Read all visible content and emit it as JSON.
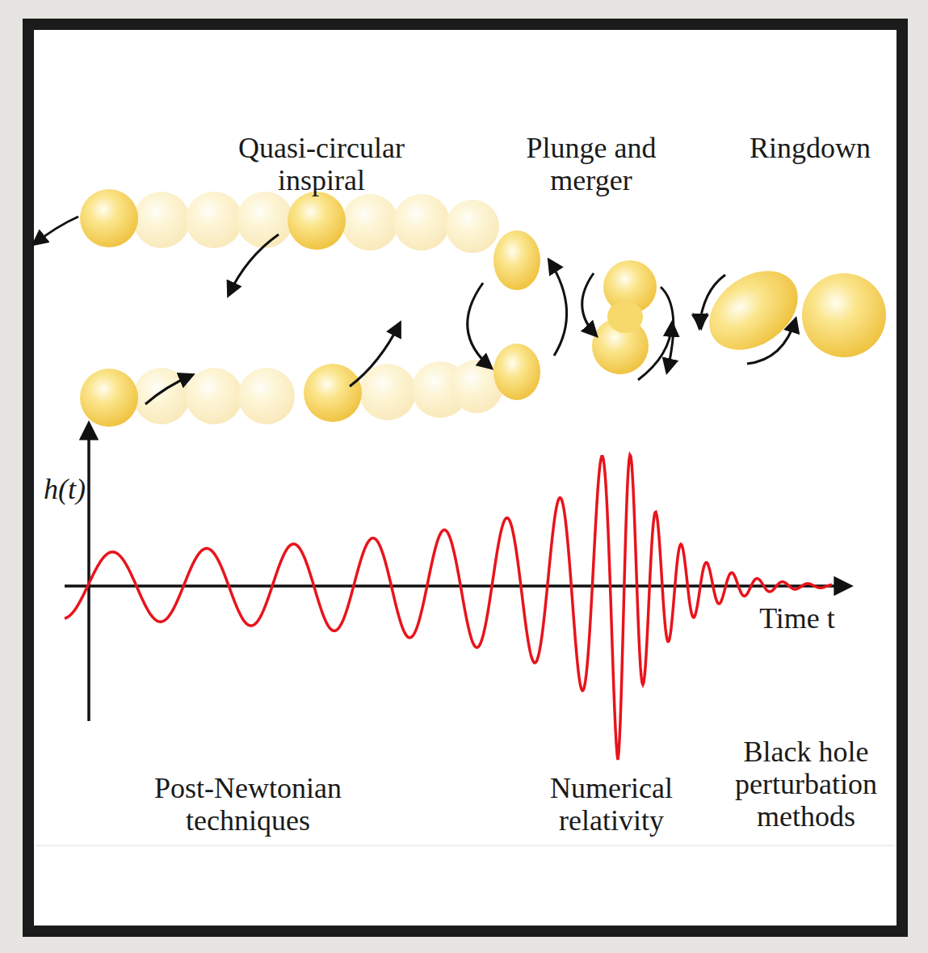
{
  "diagram": {
    "labels": [
      "Quasi-circular inspiral",
      "Plunge and merger",
      "Ringdown",
      "h(t)",
      "Time t",
      "Post-Newtonian techniques",
      "Numerical relativity",
      "Black hole perturbation methods"
    ]
  }
}
